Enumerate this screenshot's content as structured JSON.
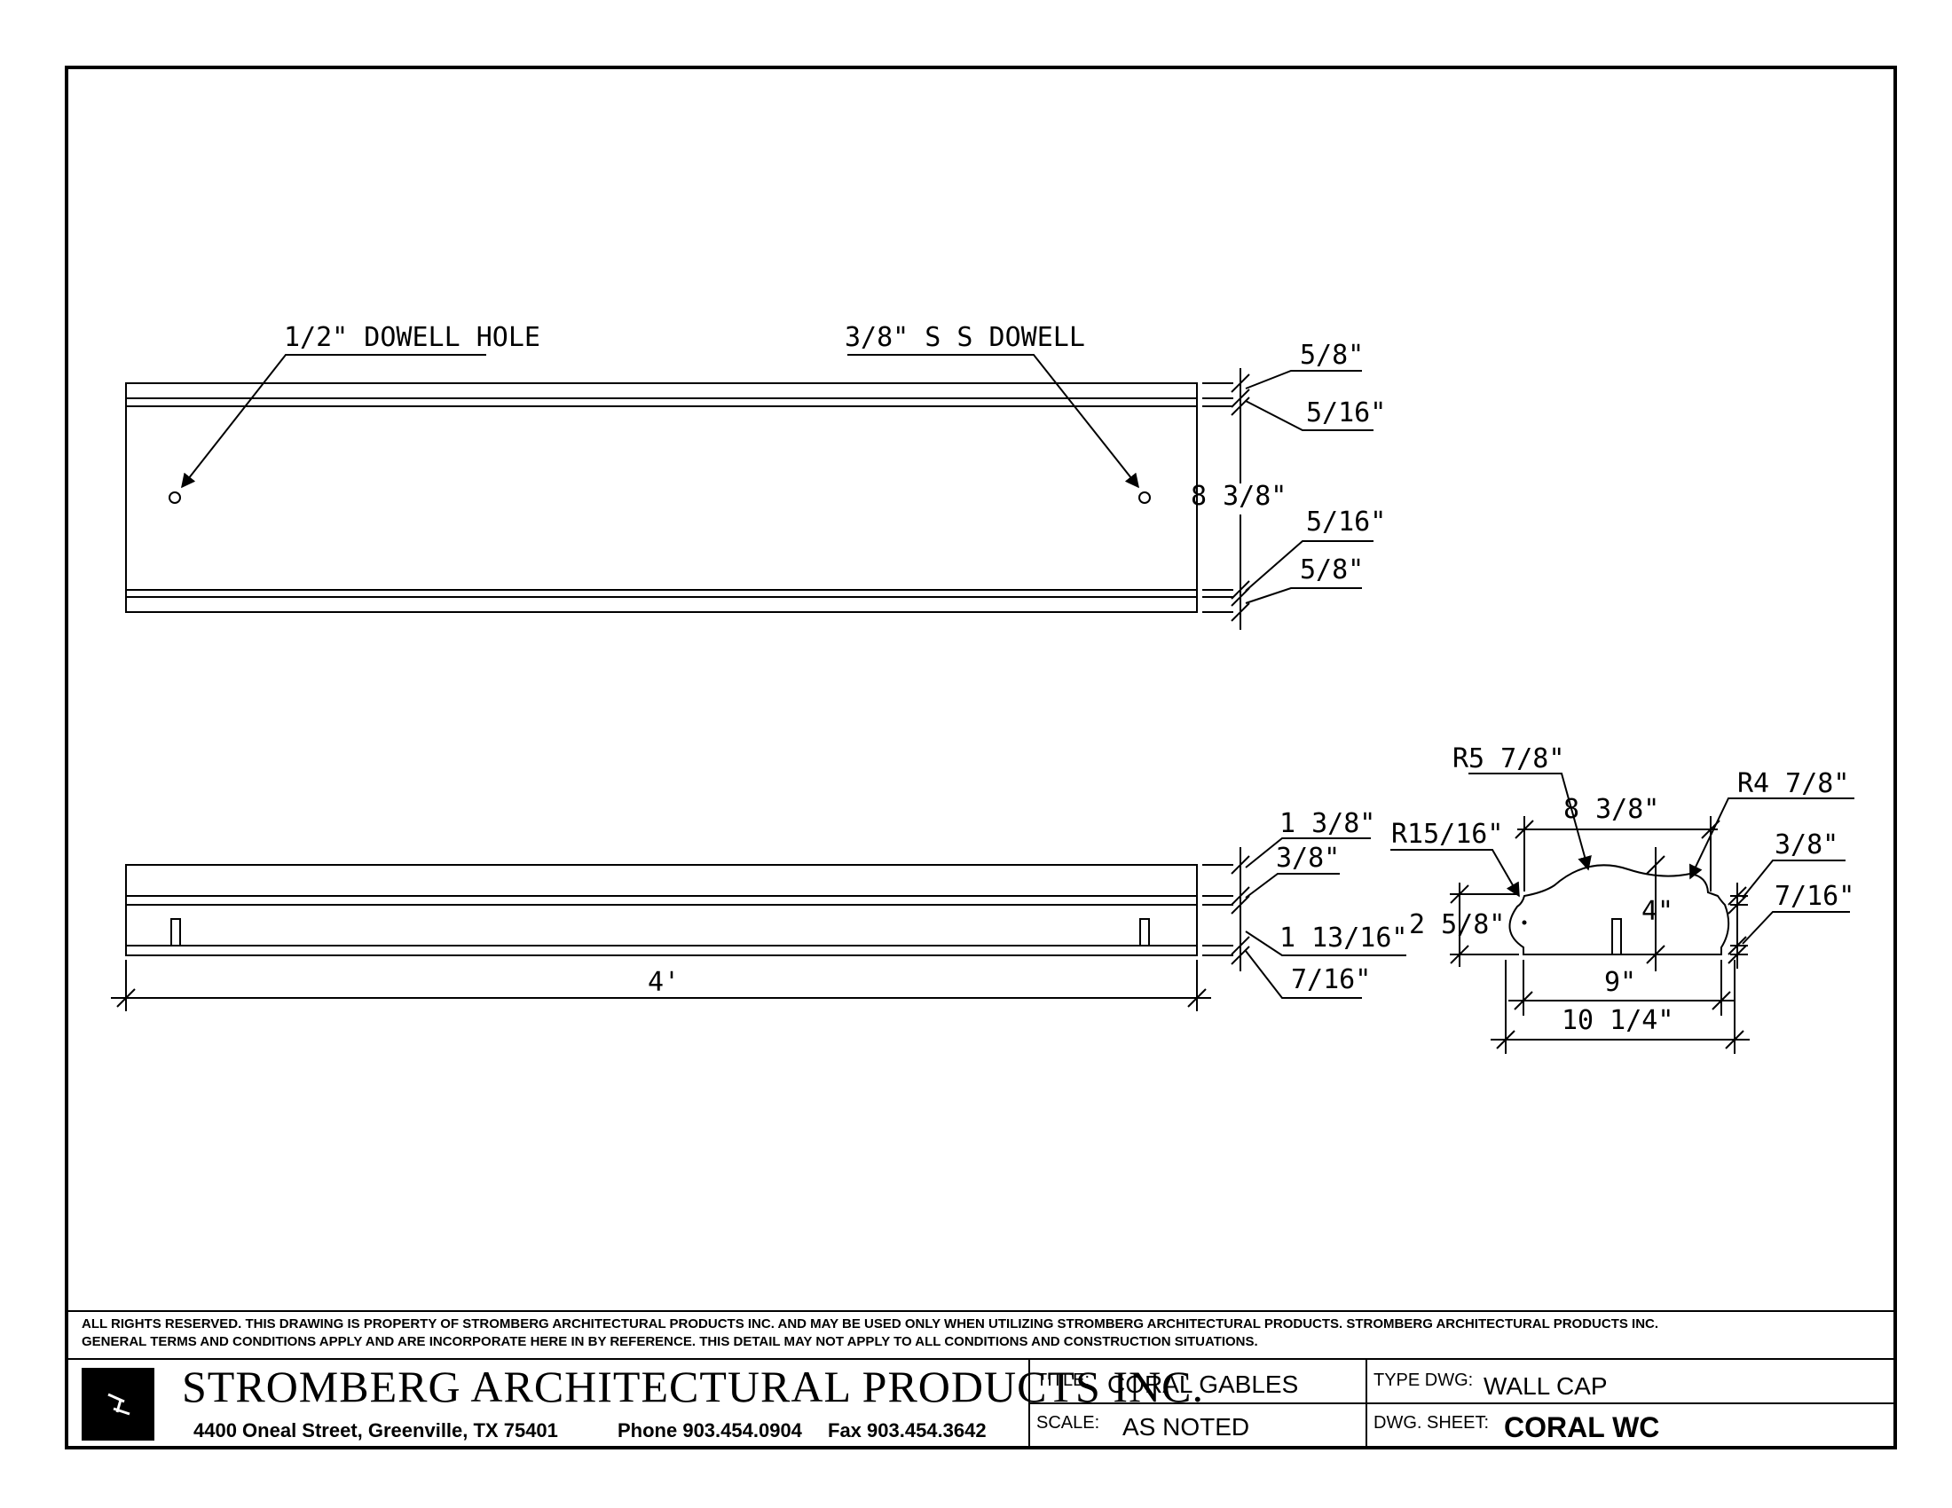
{
  "top_view": {
    "callout_left": "1/2\" DOWELL HOLE",
    "callout_right": "3/8\" S S DOWELL",
    "dims": {
      "top_outer": "5/8\"",
      "top_inner": "5/16\"",
      "overall": "8 3/8\"",
      "bottom_inner": "5/16\"",
      "bottom_outer": "5/8\""
    }
  },
  "side_view": {
    "length": "4'",
    "dims": {
      "total": "1 3/8\"",
      "top": "3/8\"",
      "middle": "1 13/16\"",
      "bottom": "7/16\""
    }
  },
  "section": {
    "r_large": "R5 7/8\"",
    "r_right": "R4 7/8\"",
    "r_small": "R15/16\"",
    "top_width": "8 3/8\"",
    "right_top": "3/8\"",
    "right_bottom": "7/16\"",
    "height": "2 5/8\"",
    "center_height": "4\"",
    "inner_width": "9\"",
    "overall_width": "10 1/4\""
  },
  "title_block": {
    "notice_line1": "ALL RIGHTS RESERVED. THIS DRAWING IS PROPERTY OF STROMBERG ARCHITECTURAL PRODUCTS INC. AND MAY BE USED ONLY WHEN UTILIZING STROMBERG ARCHITECTURAL PRODUCTS.  STROMBERG ARCHITECTURAL PRODUCTS INC.",
    "notice_line2": "GENERAL TERMS AND CONDITIONS APPLY AND ARE INCORPORATE HERE IN BY REFERENCE.  THIS DETAIL MAY NOT APPLY TO ALL CONDITIONS AND CONSTRUCTION SITUATIONS.",
    "company": "STROMBERG ARCHITECTURAL PRODUCTS INC.",
    "address": "4400 Oneal Street, Greenville, TX  75401",
    "phone": "Phone 903.454.0904",
    "fax": "Fax 903.454.3642",
    "title_label": "TITLE:",
    "title_value": "CORAL GABLES",
    "scale_label": "SCALE:",
    "scale_value": "AS NOTED",
    "type_label": "TYPE DWG:",
    "type_value": "WALL CAP",
    "sheet_label": "DWG. SHEET:",
    "sheet_value": "CORAL WC"
  }
}
